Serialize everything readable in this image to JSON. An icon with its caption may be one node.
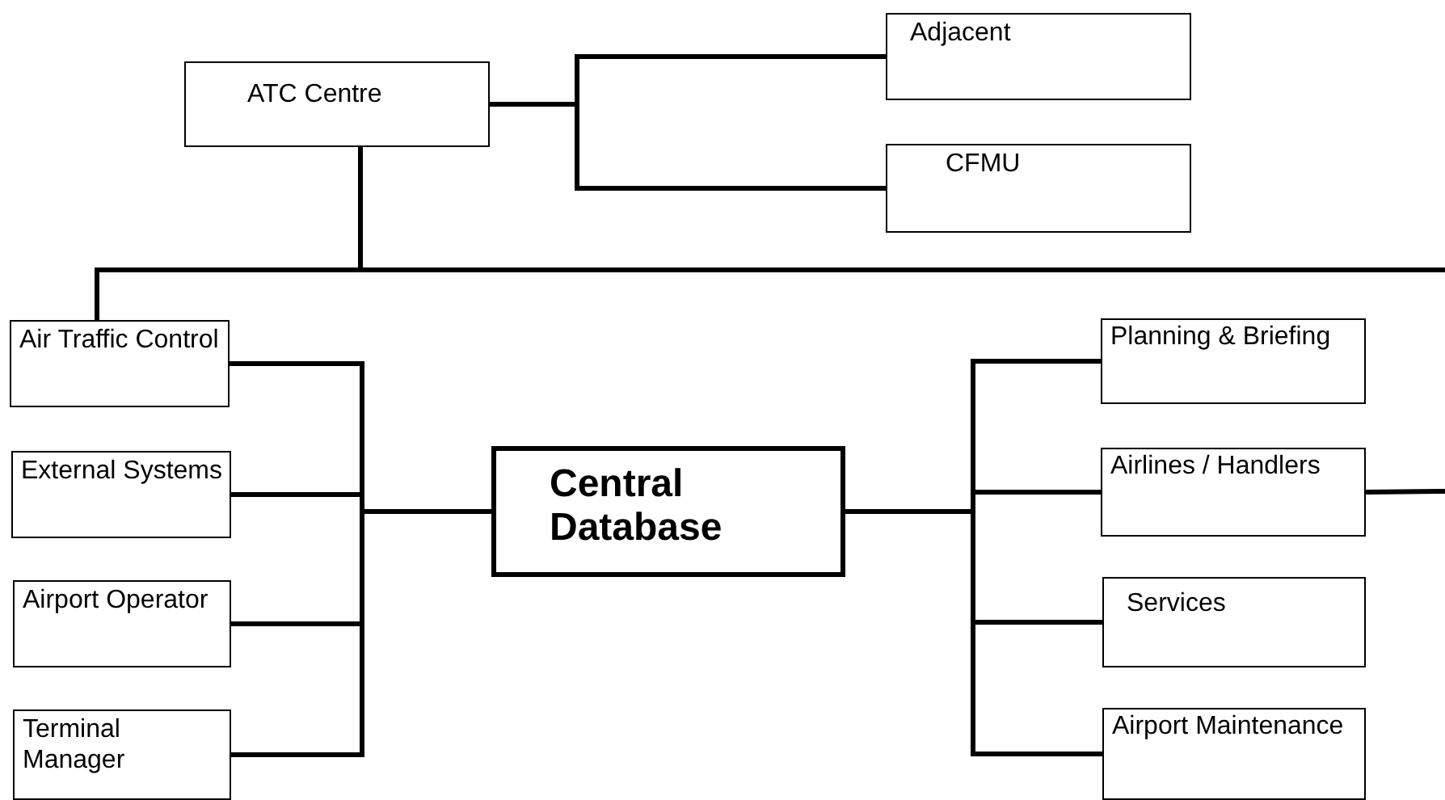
{
  "diagram": {
    "nodes": [
      {
        "text": [
          "ATC Centre"
        ]
      },
      {
        "text": [
          "Adjacent"
        ]
      },
      {
        "text": [
          "CFMU"
        ]
      },
      {
        "text": [
          "Air Traffic Control"
        ]
      },
      {
        "text": [
          "External Systems"
        ]
      },
      {
        "text": [
          "Airport Operator"
        ]
      },
      {
        "text": [
          "Terminal Manager"
        ]
      },
      {
        "text": [
          "Central Database"
        ]
      },
      {
        "text": [
          "Planning & Briefing"
        ]
      },
      {
        "text": [
          "Airlines / Handlers"
        ]
      },
      {
        "text": [
          "Services"
        ]
      },
      {
        "text": [
          "Airport Maintenance"
        ]
      }
    ],
    "edges": [
      {
        "from": 0,
        "to": 1,
        "arrow": "none"
      },
      {
        "from": 0,
        "to": 2,
        "arrow": "none"
      },
      {
        "from": 0,
        "to": 3,
        "arrow": "none"
      },
      {
        "from": 0,
        "to": null,
        "arrow": "none"
      },
      {
        "from": 3,
        "to": 7,
        "arrow": "none"
      },
      {
        "from": 4,
        "to": 7,
        "arrow": "none"
      },
      {
        "from": 5,
        "to": 7,
        "arrow": "none"
      },
      {
        "from": 6,
        "to": 7,
        "arrow": "none"
      },
      {
        "from": 7,
        "to": 8,
        "arrow": "none"
      },
      {
        "from": 7,
        "to": 9,
        "arrow": "none"
      },
      {
        "from": 7,
        "to": 10,
        "arrow": "none"
      },
      {
        "from": 7,
        "to": 11,
        "arrow": "none"
      },
      {
        "from": 9,
        "to": null,
        "arrow": "none"
      }
    ]
  }
}
